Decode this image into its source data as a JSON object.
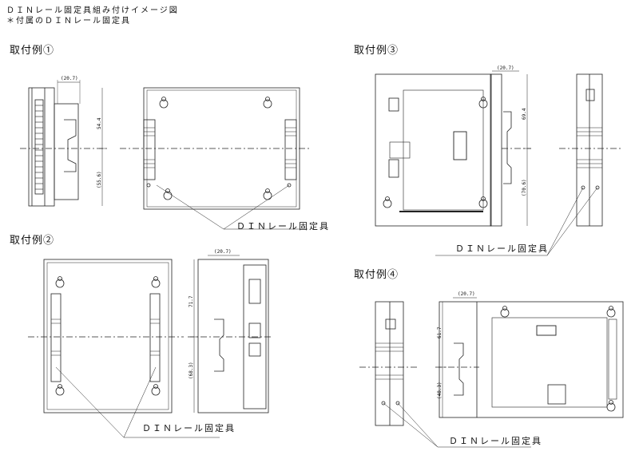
{
  "header": {
    "title": "ＤＩＮレール固定具組み付けイメージ図",
    "note": "＊付属のＤＩＮレール固定具"
  },
  "examples": [
    {
      "label": "取付例①"
    },
    {
      "label": "取付例②"
    },
    {
      "label": "取付例③"
    },
    {
      "label": "取付例④"
    }
  ],
  "callout_label": "ＤＩＮレール固定具",
  "dims": {
    "ex1": {
      "width": "(20.7)",
      "top": "54.4",
      "bottom": "(55.6)"
    },
    "ex2": {
      "width": "(20.7)",
      "top": "71.7",
      "bottom": "(68.3)"
    },
    "ex3": {
      "width": "(20.7)",
      "top": "69.4",
      "bottom": "(70.6)"
    },
    "ex4": {
      "width": "(20.7)",
      "top": "61.7",
      "bottom": "(48.3)"
    }
  }
}
